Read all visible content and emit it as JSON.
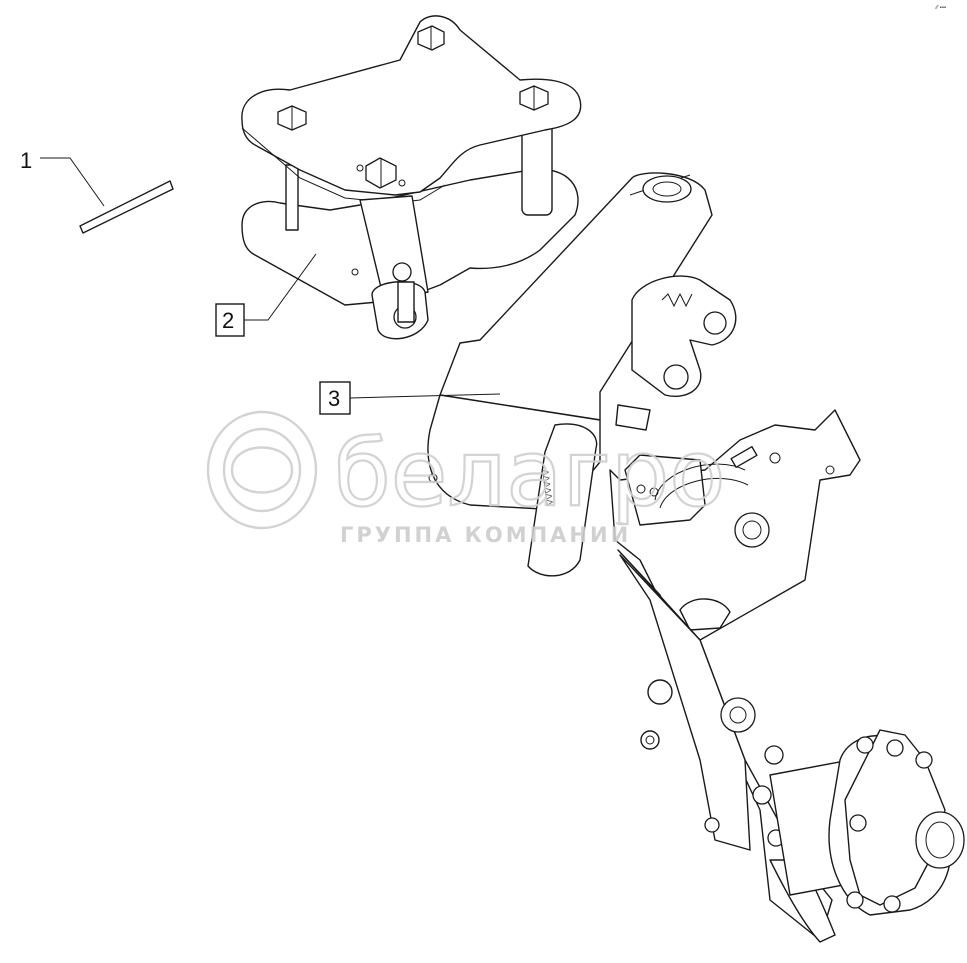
{
  "callouts": [
    {
      "number": "1"
    },
    {
      "number": "2"
    },
    {
      "number": "3"
    }
  ],
  "watermark": {
    "brand": "белагро",
    "subtitle": "ГРУППА КОМПАНИЙ"
  },
  "corner_mark": "∕∕ ▪▪▪",
  "colors": {
    "line": "#1a1a1a",
    "watermark": "#cfcfcf",
    "background": "#ffffff"
  }
}
